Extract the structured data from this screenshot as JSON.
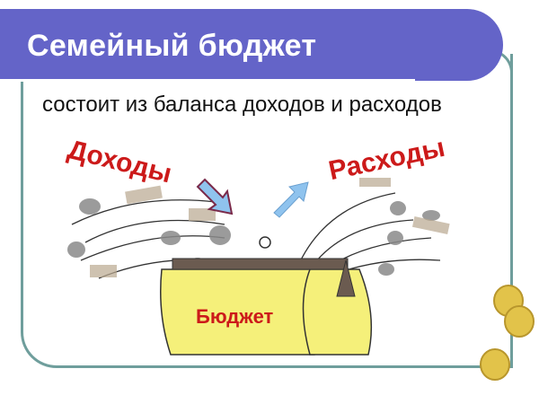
{
  "slide": {
    "title": "Семейный бюджет",
    "subtitle": "состоит из баланса доходов и расходов",
    "illustration": {
      "income_label": "Доходы",
      "expense_label": "Расходы",
      "wallet_label": "Бюджет",
      "income_arrow": "arrow-down-right-icon",
      "expense_arrow": "arrow-up-right-icon"
    },
    "colors": {
      "header": "#6464c8",
      "frame": "#6f9e9c",
      "accent_text": "#cc1a1a",
      "wallet": "#f5f07a",
      "coin": "#d9b540"
    }
  }
}
